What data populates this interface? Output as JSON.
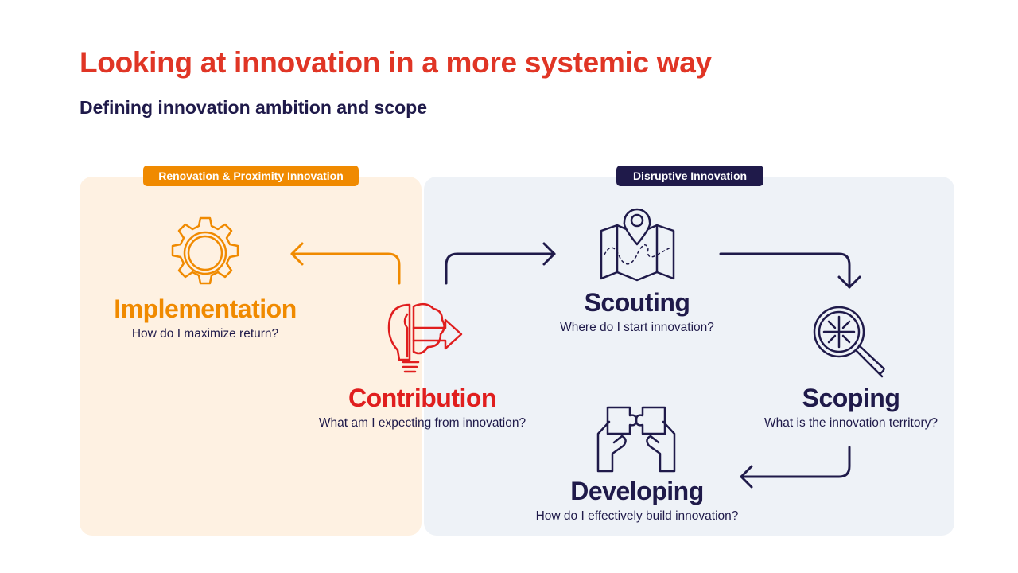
{
  "title": "Looking at innovation in a more systemic way",
  "subtitle": "Defining innovation ambition and scope",
  "zones": {
    "left": {
      "label": "Renovation & Proximity Innovation",
      "color": "#f08a00"
    },
    "right": {
      "label": "Disruptive Innovation",
      "color": "#1f1a4a"
    }
  },
  "steps": {
    "implementation": {
      "title": "Implementation",
      "question": "How do I maximize return?",
      "icon": "gear-icon",
      "color": "#f08a00"
    },
    "contribution": {
      "title": "Contribution",
      "question": "What am I expecting from innovation?",
      "icon": "lightbulb-brain-arrow-icon",
      "color": "#e01e1e"
    },
    "scouting": {
      "title": "Scouting",
      "question": "Where do I start innovation?",
      "icon": "map-pin-icon",
      "color": "#1f1a4a"
    },
    "scoping": {
      "title": "Scoping",
      "question": "What is the innovation territory?",
      "icon": "magnifier-icon",
      "color": "#1f1a4a"
    },
    "developing": {
      "title": "Developing",
      "question": "How do I effectively build innovation?",
      "icon": "puzzle-hands-icon",
      "color": "#1f1a4a"
    }
  }
}
